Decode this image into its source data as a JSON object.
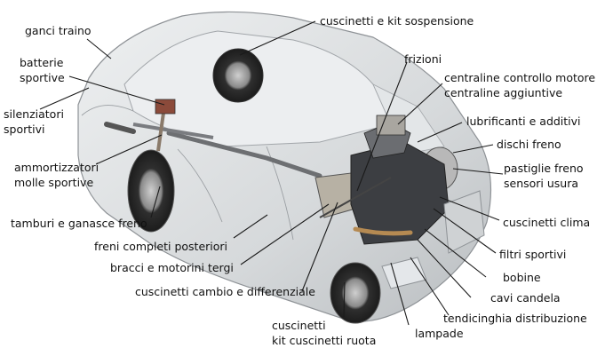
{
  "labels": {
    "ganci_traino": "ganci traino",
    "batterie": [
      "batterie",
      "sportive"
    ],
    "silenziatori": [
      "silenziatori",
      "sportivi"
    ],
    "ammortizzatori": [
      "ammortizzatori",
      "molle sportive"
    ],
    "tamburi": "tamburi e ganasce freno",
    "freni_posteriori": "freni completi posteriori",
    "bracci_tergi": "bracci e motorini tergi",
    "cambio": "cuscinetti cambio e differenziale",
    "cuscinetti_ruota": [
      "cuscinetti",
      "kit cuscinetti ruota"
    ],
    "lampade": "lampade",
    "tendicinghia": "tendicinghia distribuzione",
    "cavi_candela": "cavi candela",
    "bobine": "bobine",
    "filtri": "filtri sportivi",
    "cuscinetti_clima": "cuscinetti clima",
    "pastiglie": [
      "pastiglie freno",
      "sensori usura"
    ],
    "dischi": "dischi freno",
    "lubrificanti": "lubrificanti e additivi",
    "centraline": [
      "centraline controllo motore",
      "centraline aggiuntive"
    ],
    "frizioni": "frizioni",
    "sospensione": "cuscinetti e kit sospensione"
  },
  "colors": {
    "text": "#111111",
    "leader": "#1a1a1a",
    "body": "#d9dbdd",
    "body_edge": "#8e9296",
    "glass": "#eceef0",
    "engine": "#3c3e42",
    "metal": "#a8a49a",
    "copper": "#b58a52",
    "tire": "#2b2b2b"
  }
}
